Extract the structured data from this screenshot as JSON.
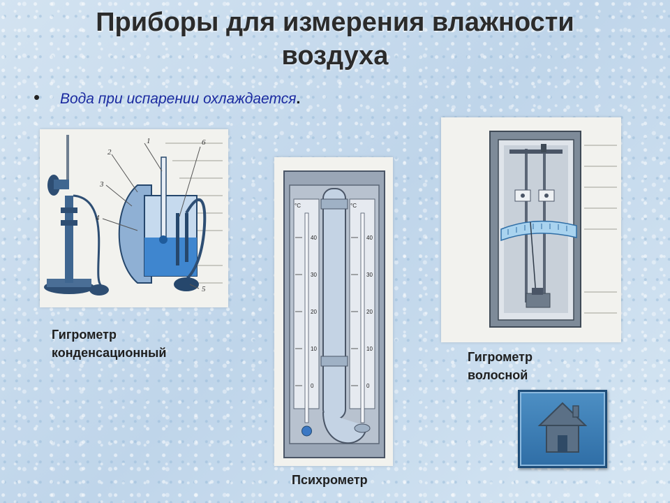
{
  "slide": {
    "title_line1": "Приборы для измерения влажности",
    "title_line2": "воздуха",
    "bullet": "•",
    "subtitle": "Вода при испарении охлаждается",
    "subtitle_end": "."
  },
  "instruments": {
    "condensation": {
      "label_line1": "Гигрометр",
      "label_line2": "конденсационный"
    },
    "psychrometer": {
      "label": "Психрометр"
    },
    "hair": {
      "label_line1": "Гигрометр",
      "label_line2": "волосной"
    }
  },
  "diagram_numbers": [
    "1",
    "2",
    "3",
    "4",
    "5",
    "6"
  ],
  "scale_labels": {
    "unit": "°C",
    "ticks": [
      "40",
      "30",
      "20",
      "10",
      "0"
    ]
  },
  "colors": {
    "title": "#2b2b2b",
    "subtitle": "#1a2aa0",
    "home_button": "#3a7bb5"
  },
  "nav": {
    "home_icon": "home-icon"
  }
}
